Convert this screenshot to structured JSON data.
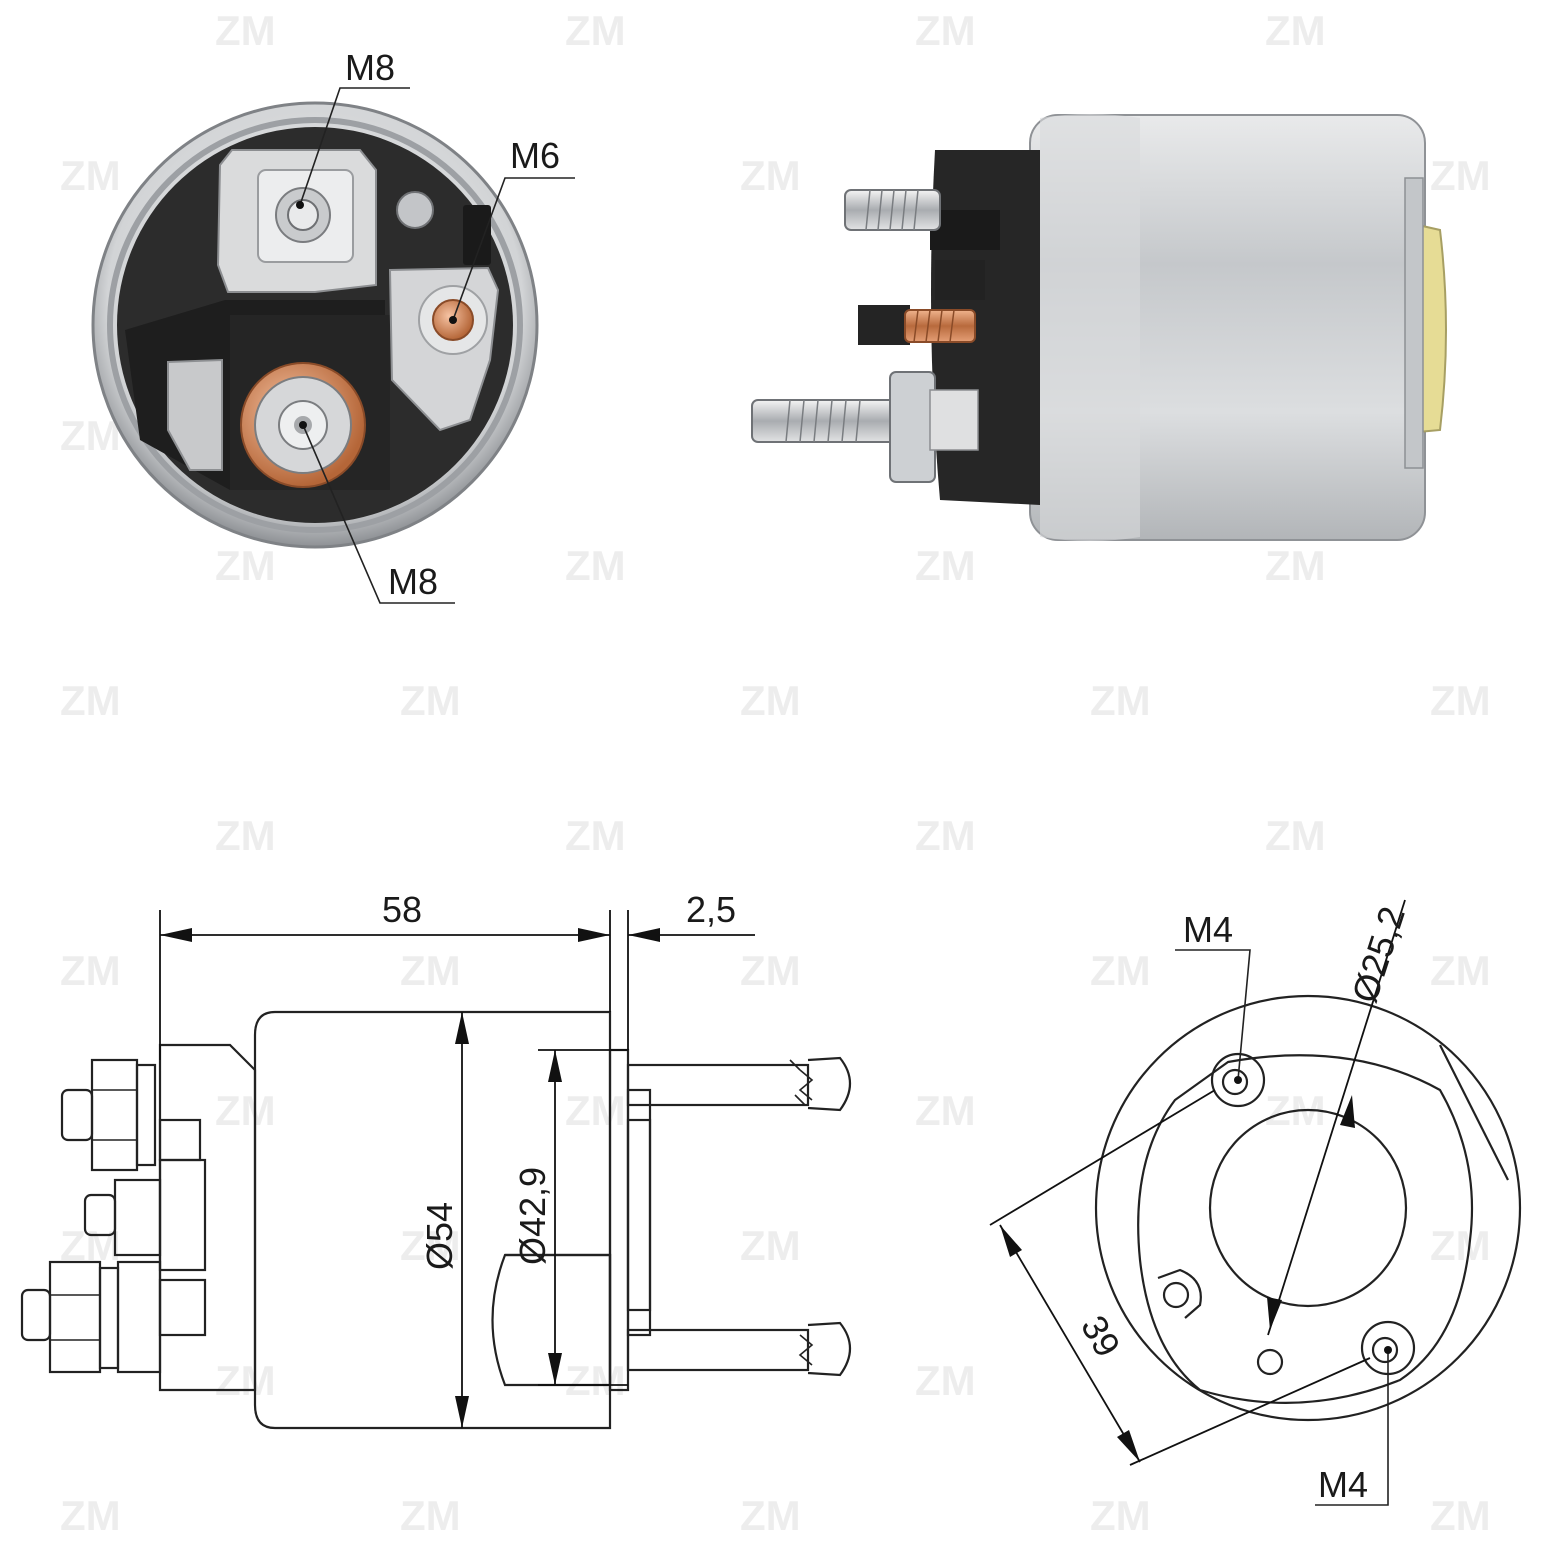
{
  "watermark": {
    "text": "ZM"
  },
  "photo_end_view": {
    "labels": {
      "top_m8": "M8",
      "m6": "M6",
      "bottom_m8": "M8"
    }
  },
  "drawing_side_view": {
    "dims": {
      "length": "58",
      "offset": "2,5",
      "outer_dia": "Ø54",
      "inner_dia": "Ø42,9"
    }
  },
  "drawing_front_view": {
    "labels": {
      "m4_top": "M4",
      "m4_bottom": "M4",
      "bolt_circle": "Ø25,2",
      "span": "39"
    }
  },
  "colors": {
    "housing_silver": "#c9ccd0",
    "cap_black": "#2a2a2a",
    "copper": "#c87a4a",
    "yellow_plunger": "#e8df9a"
  }
}
